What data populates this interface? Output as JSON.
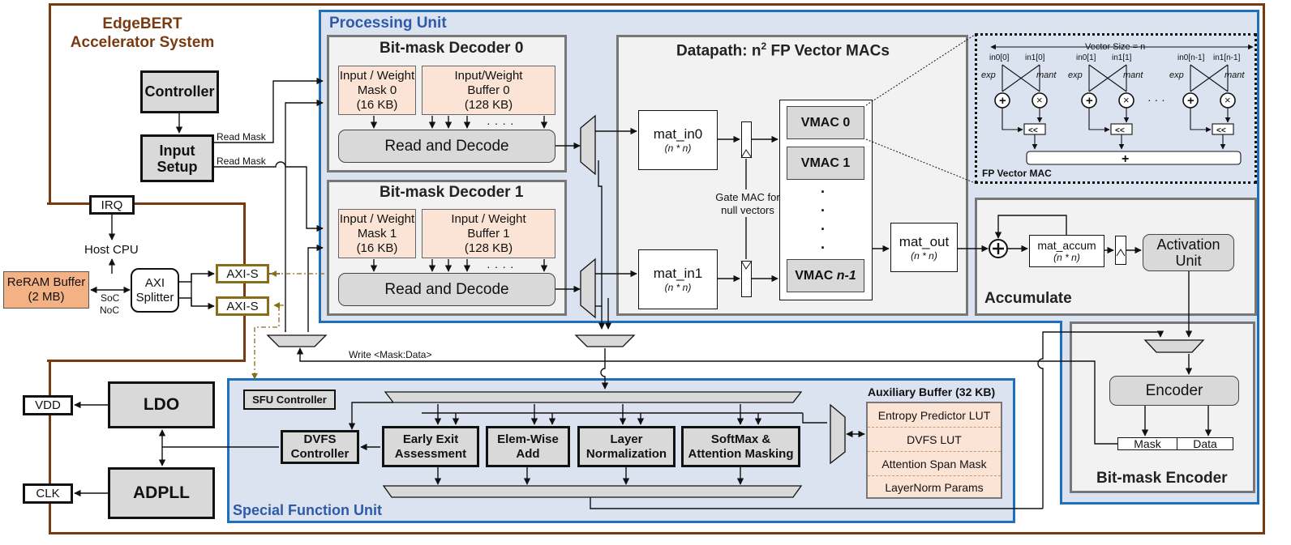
{
  "system": {
    "title_line1": "EdgeBERT",
    "title_line2": "Accelerator System"
  },
  "processing_unit": {
    "title": "Processing Unit"
  },
  "decoders": [
    {
      "title": "Bit-mask Decoder 0",
      "mask_l1": "Input / Weight",
      "mask_l2": "Mask 0",
      "mask_l3": "(16 KB)",
      "buf_l1": "Input/Weight",
      "buf_l2": "Buffer 0",
      "buf_l3": "(128 KB)",
      "rd": "Read and Decode"
    },
    {
      "title": "Bit-mask Decoder 1",
      "mask_l1": "Input / Weight",
      "mask_l2": "Mask 1",
      "mask_l3": "(16 KB)",
      "buf_l1": "Input / Weight",
      "buf_l2": "Buffer 1",
      "buf_l3": "(128 KB)",
      "rd": "Read and Decode"
    }
  ],
  "datapath": {
    "title_pre": "Datapath: n",
    "title_sup": "2",
    "title_post": " FP Vector MACs",
    "mat_in0": "mat_in0",
    "mat_in1": "mat_in1",
    "mat_out": "mat_out",
    "dim": "(n * n)",
    "gate_l1": "Gate MAC for",
    "gate_l2": "null vectors",
    "vmac0": "VMAC 0",
    "vmac1": "VMAC 1",
    "vmacn_pre": "VMAC ",
    "vmacn_italic": "n-1"
  },
  "fp_vmac": {
    "vector_size": "Vector Size = n",
    "labels_top": [
      "in0[0]",
      "in1[0]",
      "in0[1]",
      "in1[1]",
      "in0[n-1]",
      "in1[n-1]"
    ],
    "exp": "exp",
    "mant": "mant",
    "shift": "<<",
    "plus": "+",
    "times": "×",
    "dots": "· · ·",
    "title": "FP Vector MAC"
  },
  "accumulate": {
    "title": "Accumulate",
    "mat_accum": "mat_accum",
    "dim": "(n * n)",
    "act_l1": "Activation",
    "act_l2": "Unit",
    "plus": "+"
  },
  "encoder": {
    "title": "Bit-mask Encoder",
    "enc": "Encoder",
    "mask": "Mask",
    "data": "Data"
  },
  "left": {
    "controller": "Controller",
    "input_setup_l1": "Input",
    "input_setup_l2": "Setup",
    "read_mask": "Read Mask",
    "irq": "IRQ",
    "host_cpu": "Host CPU",
    "reram_l1": "ReRAM Buffer",
    "reram_l2": "(2 MB)",
    "soc": "SoC",
    "noc": "NoC",
    "axi_l1": "AXI",
    "axi_l2": "Splitter",
    "axis": "AXI-S",
    "write": "Write <Mask:Data>"
  },
  "power": {
    "vdd": "VDD",
    "clk": "CLK",
    "ldo": "LDO",
    "adpll": "ADPLL"
  },
  "sfu": {
    "title": "Special Function Unit",
    "controller": "SFU Controller",
    "dvfs_l1": "DVFS",
    "dvfs_l2": "Controller",
    "units": [
      [
        "Early Exit",
        "Assessment"
      ],
      [
        "Elem-Wise",
        "Add"
      ],
      [
        "Layer",
        "Normalization"
      ],
      [
        "SoftMax &",
        "Attention Masking"
      ]
    ],
    "aux_title": "Auxiliary Buffer (32 KB)",
    "aux_rows": [
      "Entropy Predictor LUT",
      "DVFS LUT",
      "Attention Span Mask",
      "LayerNorm Params"
    ]
  },
  "colors": {
    "system_border": "#7a3a10",
    "pu_border": "#1f6fbf",
    "pu_fill": "#dbe3f1",
    "pink": "#fbe4d5",
    "reram": "#f4b183",
    "gray": "#d9d9d9",
    "axi_border": "#8a6d1a"
  }
}
